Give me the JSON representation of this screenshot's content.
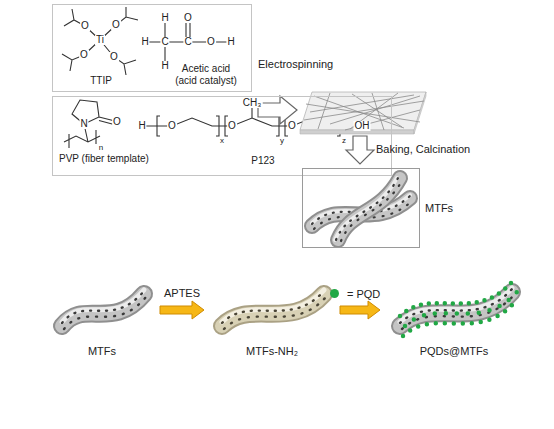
{
  "diagram": {
    "nodes": [
      {
        "text": [
          "TTIP",
          "Acetic acid (acid catalyst)"
        ]
      },
      {
        "text": [
          "PVP (fiber template)",
          "P123"
        ]
      },
      {
        "text": [
          "MTFs"
        ]
      },
      {
        "text": [
          "MTFs"
        ]
      },
      {
        "text": [
          "MTFs-NH₂"
        ]
      },
      {
        "text": [
          "PQDs@MTFs"
        ]
      }
    ],
    "edges": [
      {
        "from": 3,
        "to": 4,
        "arrow": "to",
        "label": "APTES"
      },
      {
        "from": 4,
        "to": 5,
        "arrow": "to"
      }
    ],
    "labels": [
      "Electrospinning",
      "Baking, Calcination",
      "O",
      "O",
      "O",
      "O",
      "Ti",
      "H",
      "H",
      "C",
      "H",
      "C",
      "O",
      "O",
      "H",
      "N",
      "O",
      "n",
      "H",
      "O",
      "O",
      "CH₃",
      "O",
      "OH",
      "x",
      "y",
      "z"
    ],
    "legend": [
      {
        "text": "= PQD",
        "color": "#21a845"
      }
    ]
  }
}
